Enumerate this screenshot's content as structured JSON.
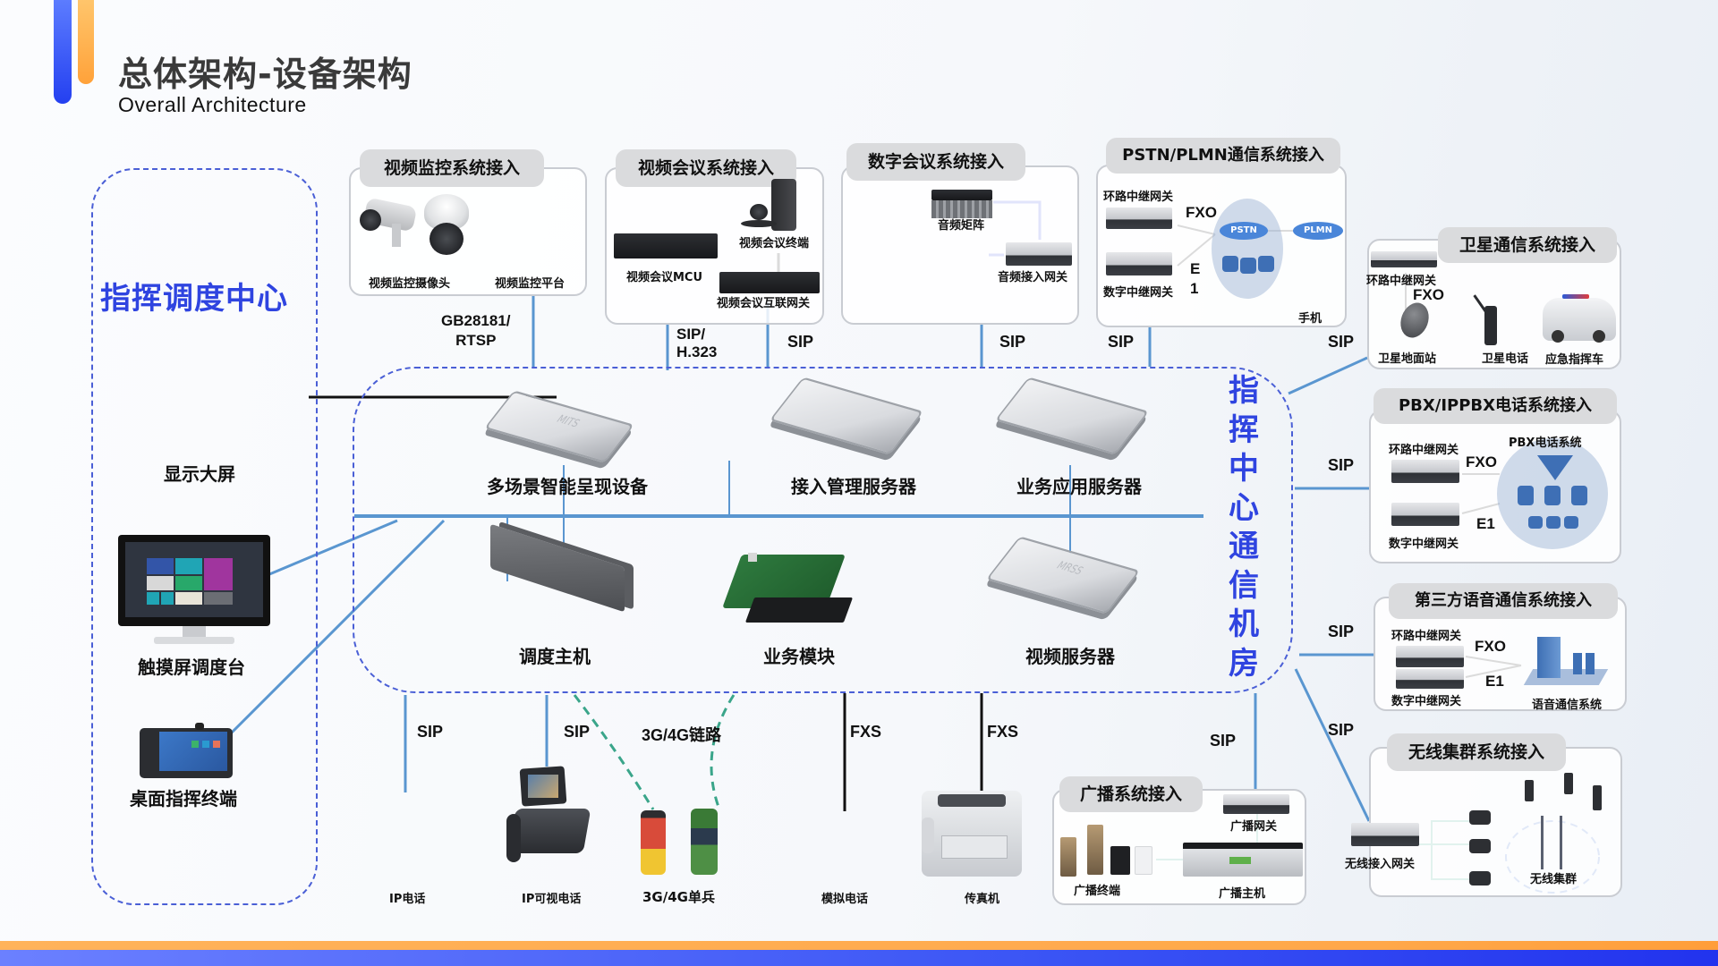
{
  "header": {
    "title": "总体架构-设备架构",
    "subtitle": "Overall  Architecture"
  },
  "colors": {
    "accent_blue": "#2f44e0",
    "accent_orange": "#ffa84a",
    "link_blue": "#5a96d0",
    "dashed_border": "#4a5fd6",
    "wireless_link_green": "#3aa58a"
  },
  "command_center": {
    "title": "指挥调度中心",
    "devices": [
      {
        "label": "显示大屏",
        "icon": "display-wall-icon"
      },
      {
        "label": "触摸屏调度台",
        "icon": "touchscreen-console-icon"
      },
      {
        "label": "桌面指挥终端",
        "icon": "desktop-terminal-icon"
      }
    ]
  },
  "comm_room": {
    "title": "指挥中心通信机房",
    "devices": [
      {
        "label": "多场景智能呈现设备",
        "icon": "server-icon",
        "badge": "MITS"
      },
      {
        "label": "接入管理服务器",
        "icon": "server-icon"
      },
      {
        "label": "业务应用服务器",
        "icon": "server-icon"
      },
      {
        "label": "调度主机",
        "icon": "host-chassis-icon"
      },
      {
        "label": "业务模块",
        "icon": "circuit-board-icon"
      },
      {
        "label": "视频服务器",
        "icon": "server-icon",
        "badge": "MRSS"
      }
    ]
  },
  "subsystems": {
    "video_surveillance": {
      "title": "视频监控系统接入",
      "devices": [
        "视频监控摄像头",
        "视频监控平台"
      ],
      "protocol": "GB28181/\nRTSP"
    },
    "video_conference": {
      "title": "视频会议系统接入",
      "devices": [
        "视频会议终端",
        "视频会议MCU",
        "视频会议互联网关"
      ],
      "protocol_mcu": "SIP/\nH.323",
      "protocol_gateway": "SIP"
    },
    "digital_conference": {
      "title": "数字会议系统接入",
      "devices": [
        "音频矩阵",
        "音频接入网关"
      ],
      "protocol": "SIP"
    },
    "pstn_plmn": {
      "title": "PSTN/PLMN通信系统接入",
      "devices": [
        "环路中继网关",
        "数字中继网关",
        "手机"
      ],
      "links": [
        "FXO",
        "E\n1"
      ],
      "clouds": [
        "PSTN",
        "PLMN"
      ],
      "protocol": "SIP"
    },
    "satellite": {
      "title": "卫星通信系统接入",
      "devices": [
        "环路中继网关",
        "卫星地面站",
        "卫星电话",
        "应急指挥车"
      ],
      "link": "FXO",
      "protocol": "SIP"
    },
    "pbx": {
      "title": "PBX/IPPBX电话系统接入",
      "devices": [
        "环路中继网关",
        "数字中继网关",
        "PBX电话系统"
      ],
      "links": [
        "FXO",
        "E1"
      ],
      "protocol": "SIP"
    },
    "third_party_voice": {
      "title": "第三方语音通信系统接入",
      "devices": [
        "环路中继网关",
        "数字中继网关",
        "语音通信系统"
      ],
      "links": [
        "FXO",
        "E1"
      ],
      "protocol": "SIP"
    },
    "trunking": {
      "title": "无线集群系统接入",
      "devices": [
        "无线接入网关",
        "无线集群"
      ],
      "protocol": "SIP"
    },
    "broadcast": {
      "title": "广播系统接入",
      "devices": [
        "广播网关",
        "广播终端",
        "广播主机"
      ],
      "protocol": "SIP"
    }
  },
  "terminals": [
    {
      "label": "IP电话",
      "protocol": "SIP"
    },
    {
      "label": "IP可视电话",
      "protocol": "SIP"
    },
    {
      "label": "3G/4G单兵",
      "protocol": "3G/4G链路"
    },
    {
      "label": "模拟电话",
      "protocol": "FXS"
    },
    {
      "label": "传真机",
      "protocol": "FXS"
    }
  ]
}
